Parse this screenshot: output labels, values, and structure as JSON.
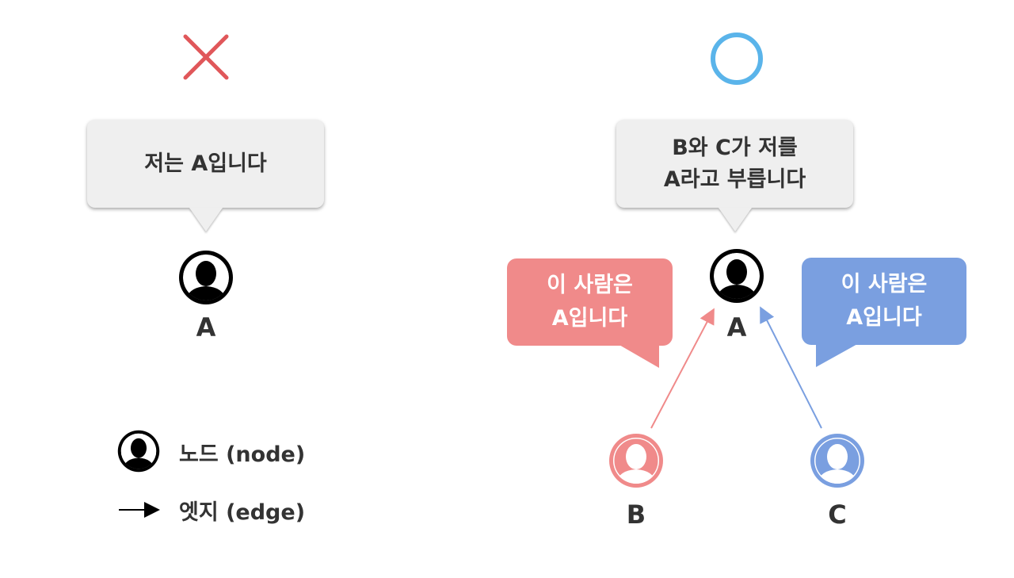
{
  "colors": {
    "wrong_mark": "#e0575a",
    "right_mark": "#5ab4ea",
    "node_a": "#000000",
    "node_b": "#f08a8a",
    "node_c": "#7a9fe0",
    "bubble_gray": "#efefef",
    "bubble_red": "#f08a8a",
    "bubble_blue": "#7a9fe0",
    "text": "#333333"
  },
  "left": {
    "mark_icon": "x-mark",
    "bubble_lines": [
      "저는 A입니다"
    ],
    "node_label": "A"
  },
  "right": {
    "mark_icon": "circle-mark",
    "top_bubble_lines": [
      "B와 C가 저를",
      "A라고 부릅니다"
    ],
    "node_a_label": "A",
    "node_b_label": "B",
    "node_c_label": "C",
    "red_bubble_lines": [
      "이 사람은",
      "A입니다"
    ],
    "blue_bubble_lines": [
      "이 사람은",
      "A입니다"
    ]
  },
  "legend": {
    "node_label": "노드 (node)",
    "edge_label": "엣지 (edge)"
  }
}
